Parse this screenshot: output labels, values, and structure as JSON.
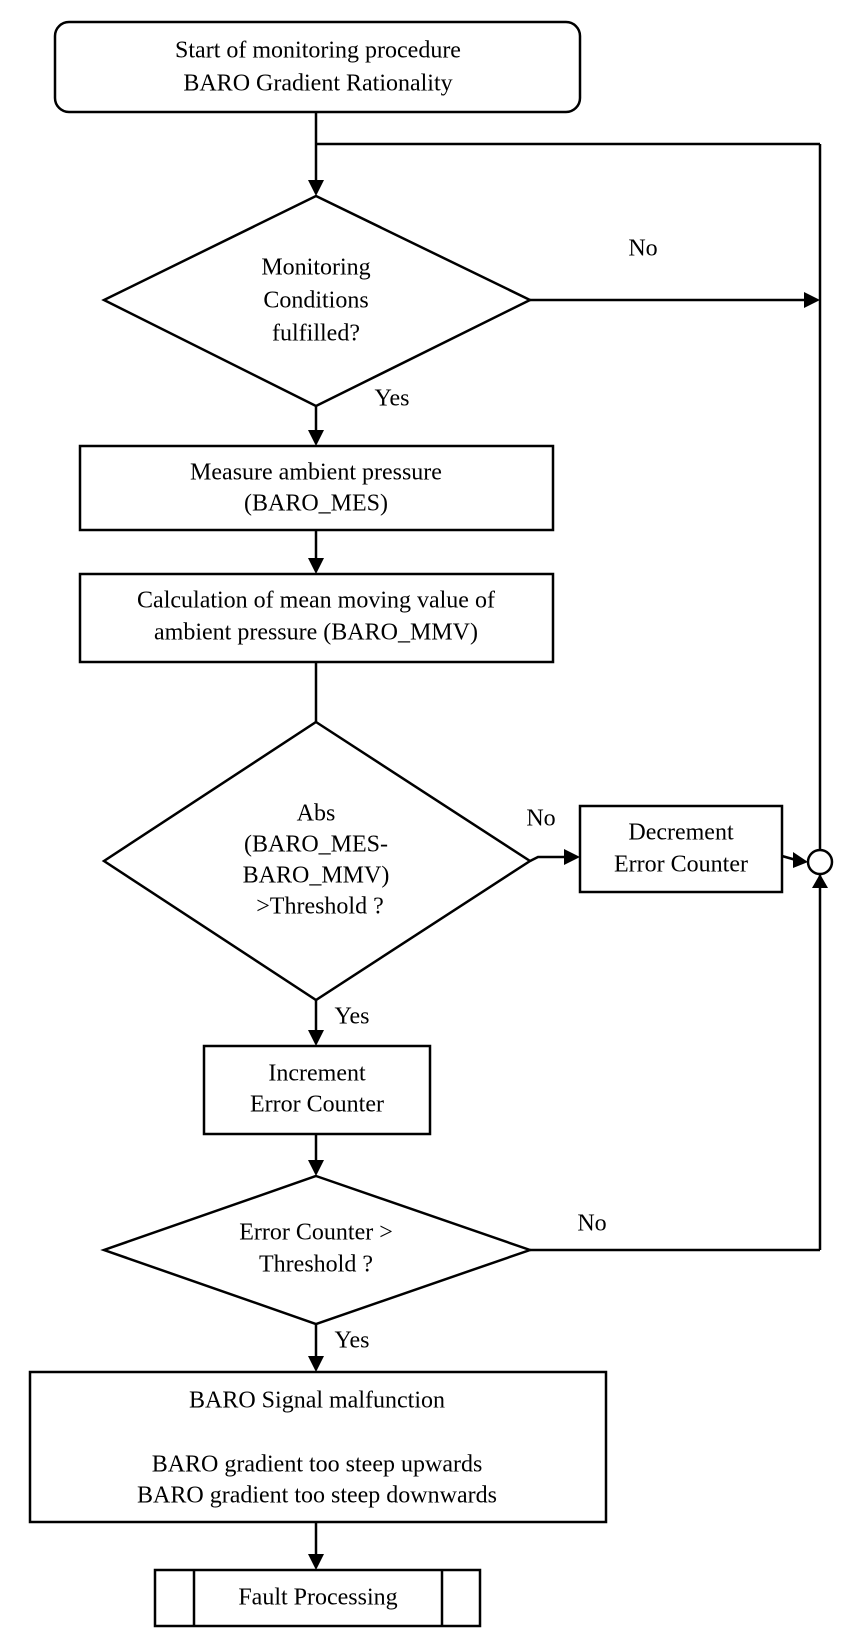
{
  "colors": {
    "stroke": "#000000",
    "background": "#ffffff"
  },
  "start": {
    "line1": "Start of monitoring procedure",
    "line2": "BARO Gradient Rationality"
  },
  "decision1": {
    "line1": "Monitoring",
    "line2": "Conditions",
    "line3": "fulfilled?"
  },
  "measure": {
    "line1": "Measure ambient pressure",
    "line2": "(BARO_MES)"
  },
  "calc": {
    "line1": "Calculation of mean moving value of",
    "line2": "ambient pressure (BARO_MMV)"
  },
  "decision2": {
    "line1": "Abs",
    "line2": "(BARO_MES-",
    "line3": "BARO_MMV)",
    "line4": ">Threshold ?"
  },
  "decrement": {
    "line1": "Decrement",
    "line2": "Error Counter"
  },
  "increment": {
    "line1": "Increment",
    "line2": "Error Counter"
  },
  "decision3": {
    "line1": "Error Counter >",
    "line2": "Threshold ?"
  },
  "malfunction": {
    "line1": "BARO Signal malfunction",
    "line2": "BARO gradient too steep upwards",
    "line3": "BARO gradient too steep downwards"
  },
  "fault": {
    "label": "Fault Processing"
  },
  "edges": {
    "d1_no": "No",
    "d1_yes": "Yes",
    "d2_no": "No",
    "d2_yes": "Yes",
    "d3_no": "No",
    "d3_yes": "Yes"
  }
}
